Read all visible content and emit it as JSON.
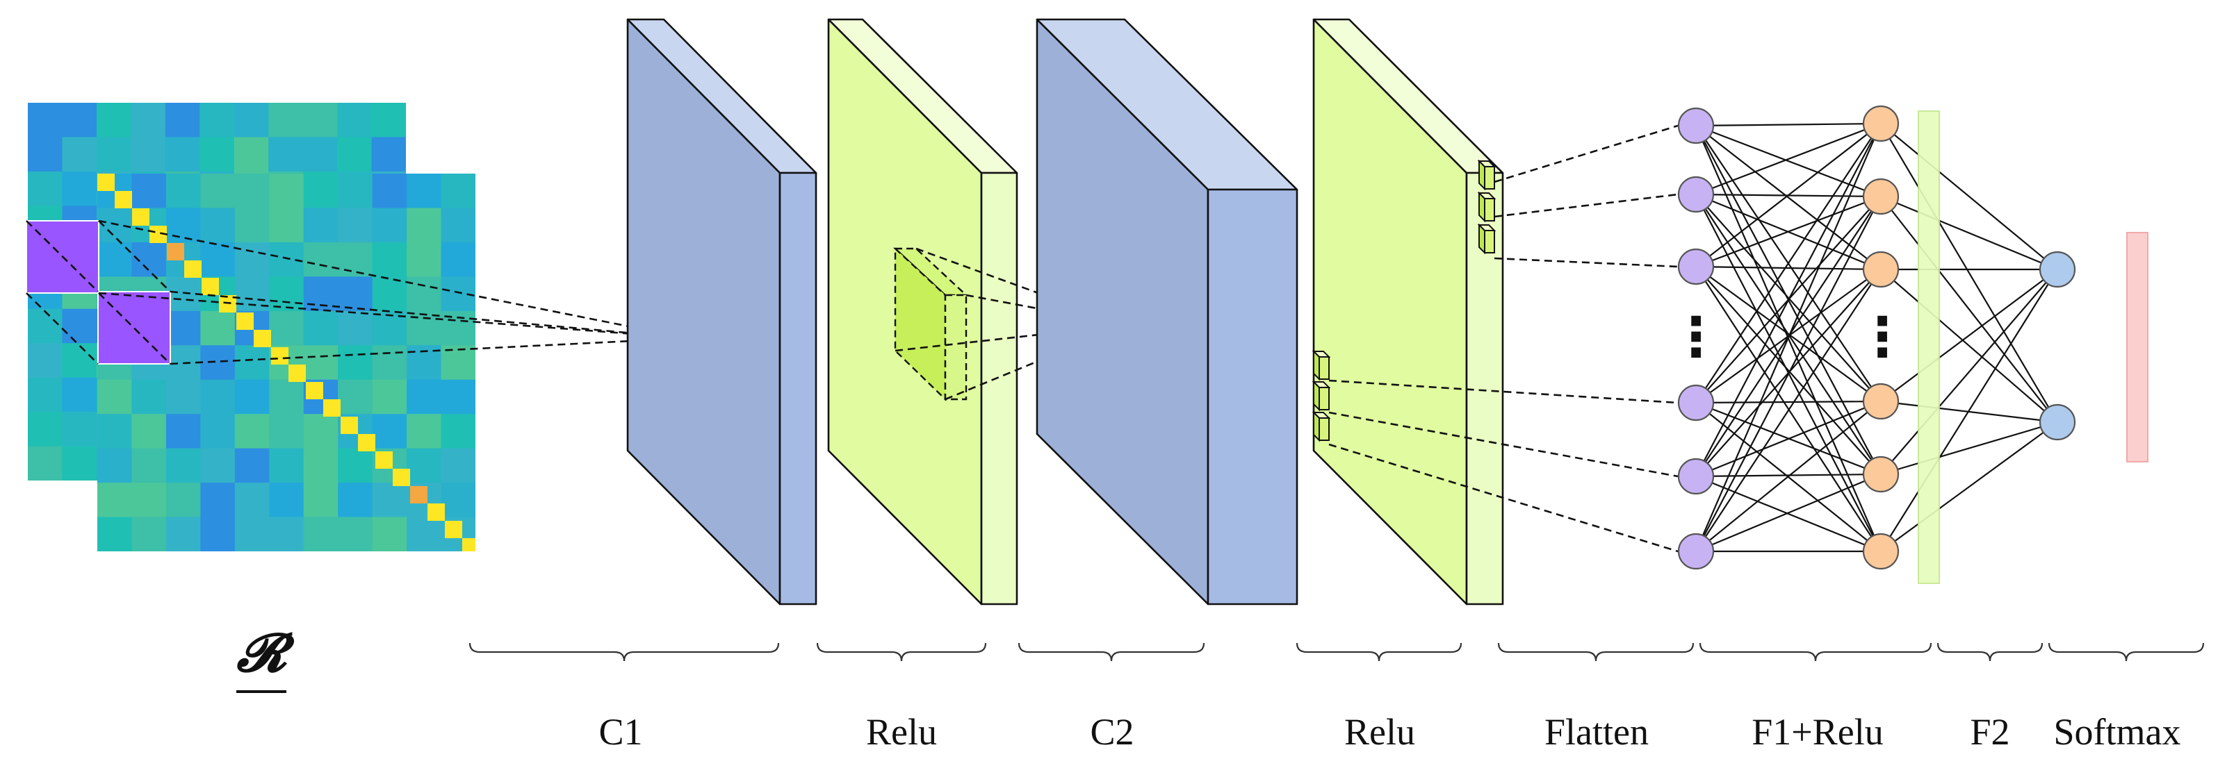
{
  "input_symbol": "𝓡",
  "stage_labels": {
    "c1": "C1",
    "relu1": "Relu",
    "c2": "C2",
    "relu2": "Relu",
    "flatten": "Flatten",
    "f1": "F1+Relu",
    "f2": "F2",
    "softmax": "Softmax"
  },
  "ellipsis": "⋮",
  "colors": {
    "conv_front": "#9cb0d8",
    "conv_side": "#a6bbe4",
    "conv_top": "#c9d6f0",
    "relu_front": "#e0fba0",
    "relu_side": "#eafdc4",
    "relu_top": "#f2fed8",
    "kernel": "#9955ff",
    "flatten_node": "#c7b3f3",
    "f1_node": "#fcc99a",
    "f2_node": "#aecbed",
    "softmax_bar": "#fccfcf",
    "dropout_bar": "#e6fcbc"
  }
}
